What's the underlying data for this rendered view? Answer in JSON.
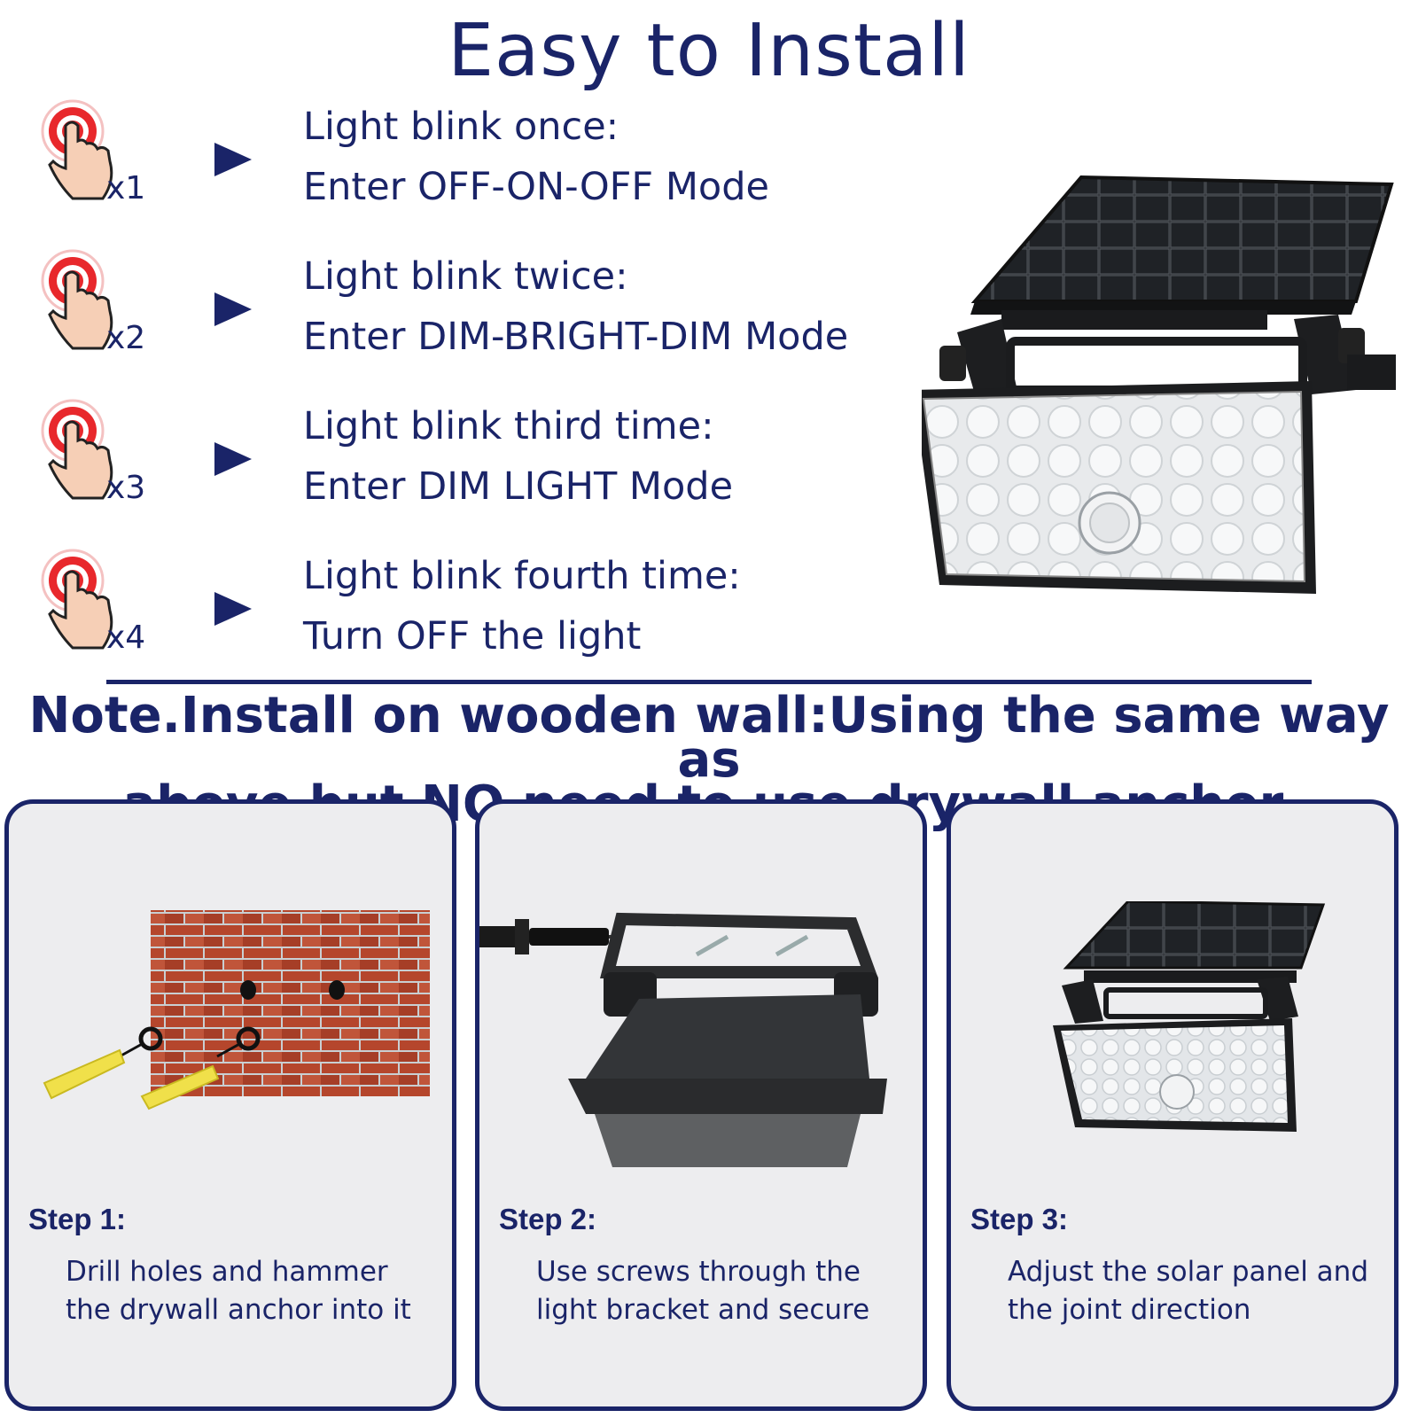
{
  "title": "Easy to Install",
  "modes": [
    {
      "times": "x1",
      "line1": "Light blink once:",
      "line2": "Enter OFF-ON-OFF Mode"
    },
    {
      "times": "x2",
      "line1": "Light blink twice:",
      "line2": "Enter DIM-BRIGHT-DIM Mode"
    },
    {
      "times": "x3",
      "line1": "Light blink third time:",
      "line2": "Enter DIM LIGHT Mode"
    },
    {
      "times": "x4",
      "line1": "Light blink fourth time:",
      "line2": "Turn OFF the light"
    }
  ],
  "note": {
    "line1": "Note.Install on wooden wall:Using the same way as",
    "line2": "above but NO need to use drywall anchor."
  },
  "steps": [
    {
      "label": "Step 1:",
      "line1": "Drill holes and hammer",
      "line2": "the drywall anchor into it"
    },
    {
      "label": "Step 2:",
      "line1": "Use screws through the",
      "line2": "light bracket and secure"
    },
    {
      "label": "Step 3:",
      "line1": "Adjust the solar panel and",
      "line2": "the joint direction"
    }
  ],
  "colors": {
    "text": "#1a2468",
    "panel_bg": "#ededef",
    "press_red": "#e8282c",
    "brick": "#b5462c"
  }
}
